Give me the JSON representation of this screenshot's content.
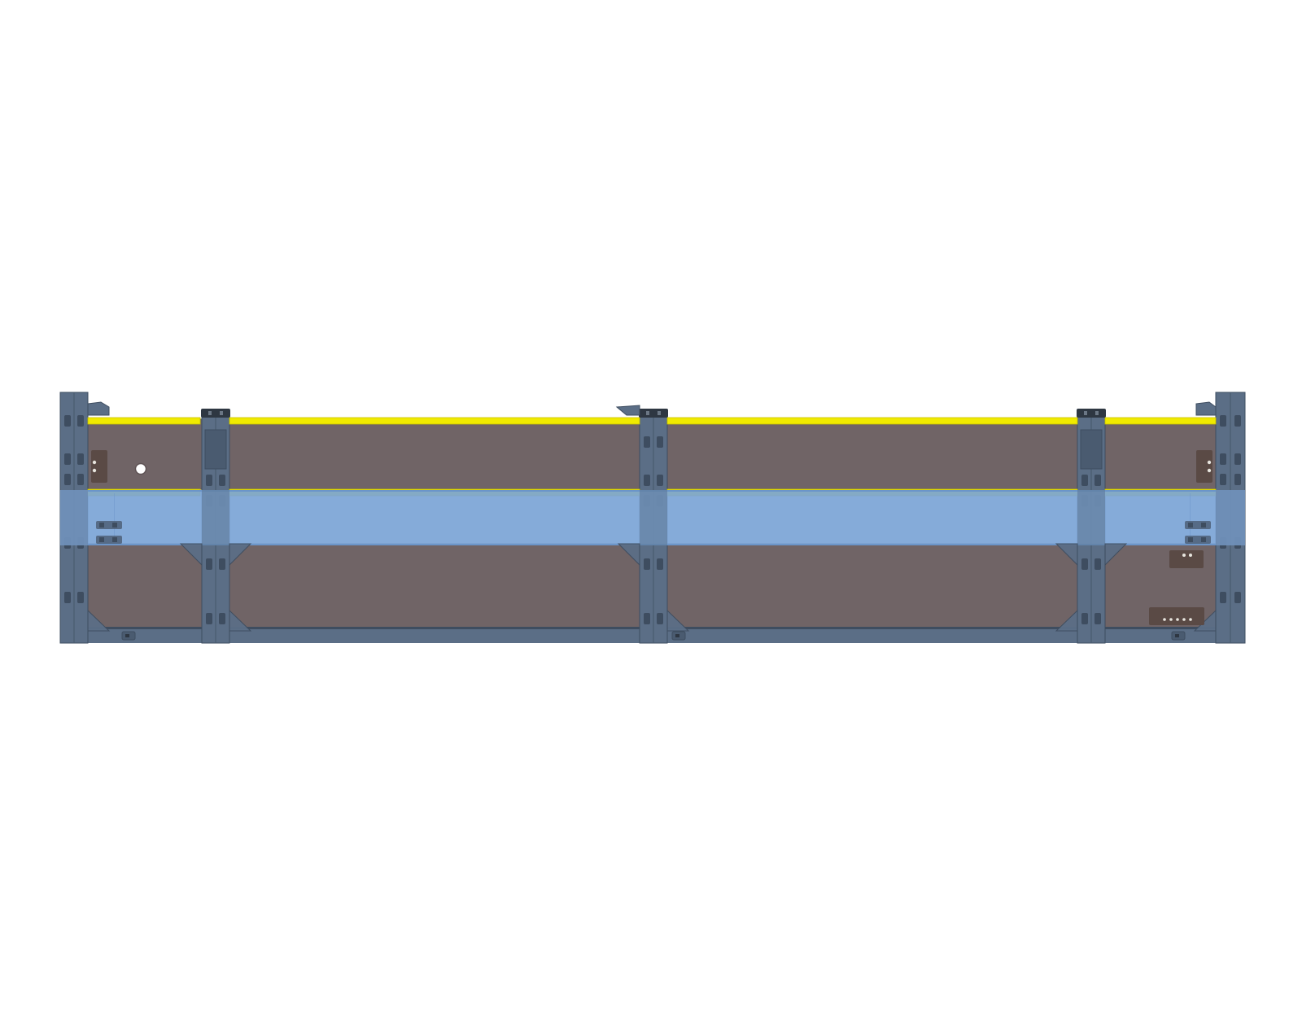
{
  "viewport": {
    "background": "#ffffff"
  },
  "assembly": {
    "colors": {
      "frame": "#5b6e86",
      "frame_dark": "#4a5b70",
      "frame_edge": "#3e4d60",
      "panel": "#706466",
      "panel_edge": "#5e5254",
      "rail": "#f0ea00",
      "rail_edge": "#c9c200",
      "glass": "#7ba4d6",
      "glass_edge": "#6b95c9",
      "bracket": "#2e3742",
      "connector": "#5a4a45",
      "pin": "#e8e6df"
    },
    "bays": [
      {
        "id": "bay-1"
      },
      {
        "id": "bay-2"
      },
      {
        "id": "bay-3"
      },
      {
        "id": "bay-4"
      }
    ],
    "connectors": [
      {
        "id": "connector-left-upper",
        "pins": 2
      },
      {
        "id": "connector-right-upper",
        "pins": 2
      },
      {
        "id": "connector-right-mid",
        "pins": 2
      },
      {
        "id": "connector-right-lower",
        "pins": 5
      }
    ]
  }
}
